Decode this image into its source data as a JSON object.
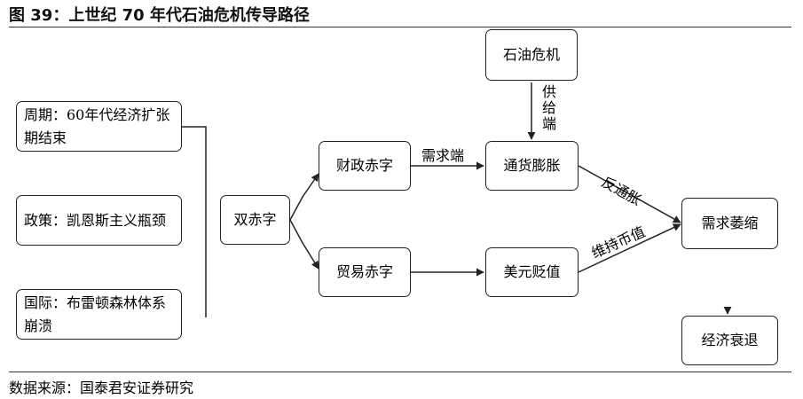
{
  "title": "图 39：上世纪 70 年代石油危机传导路径",
  "source": "数据来源：国泰君安证券研究",
  "nodes": {
    "oil_crisis": "石油危机",
    "cycle": "周期：60年代经济扩张期结束",
    "policy": "政策：凯恩斯主义瓶颈",
    "international": "国际：布雷顿森林体系崩溃",
    "twin_deficit": "双赤字",
    "fiscal_deficit": "财政赤字",
    "trade_deficit": "贸易赤字",
    "inflation": "通货膨胀",
    "usd_depreciation": "美元贬值",
    "demand_shrink": "需求萎缩",
    "recession": "经济衰退"
  },
  "edge_labels": {
    "supply_side": "供给端",
    "demand_side": "需求端",
    "anti_inflation": "反通胀",
    "maintain_currency": "维持币值"
  }
}
